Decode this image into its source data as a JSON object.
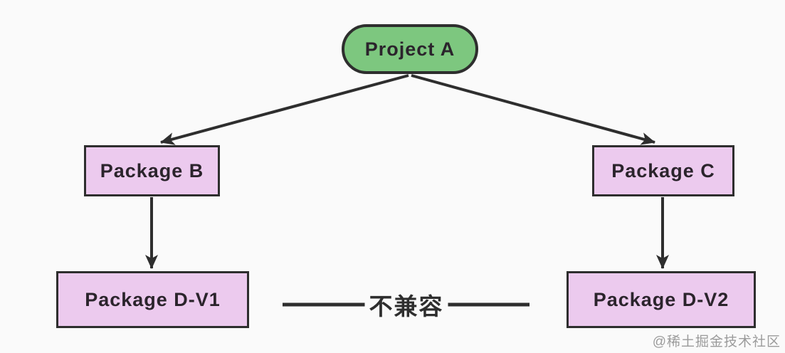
{
  "diagram": {
    "title": "dependency-conflict-diagram",
    "nodes": {
      "project_a": {
        "label": "Project A",
        "shape": "rounded-pill",
        "fill": "#7DC77F"
      },
      "package_b": {
        "label": "Package B",
        "shape": "rect",
        "fill": "#ECCAEE"
      },
      "package_c": {
        "label": "Package C",
        "shape": "rect",
        "fill": "#ECCAEE"
      },
      "package_d_v1": {
        "label": "Package D-V1",
        "shape": "rect",
        "fill": "#ECCAEE"
      },
      "package_d_v2": {
        "label": "Package D-V2",
        "shape": "rect",
        "fill": "#ECCAEE"
      }
    },
    "edges": [
      {
        "from": "project_a",
        "to": "package_b",
        "style": "arrow"
      },
      {
        "from": "project_a",
        "to": "package_c",
        "style": "arrow"
      },
      {
        "from": "package_b",
        "to": "package_d_v1",
        "style": "arrow"
      },
      {
        "from": "package_c",
        "to": "package_d_v2",
        "style": "arrow"
      },
      {
        "from": "package_d_v1",
        "to": "package_d_v2",
        "style": "plain-line",
        "label": "不兼容"
      }
    ],
    "colors": {
      "background": "#FAFAFA",
      "stroke": "#2E2E2E",
      "project_fill": "#7DC77F",
      "package_fill": "#ECCAEE",
      "node_text": "#2B242C",
      "watermark_text": "#9B9B9B"
    }
  },
  "watermark": {
    "text": "@稀土掘金技术社区"
  }
}
